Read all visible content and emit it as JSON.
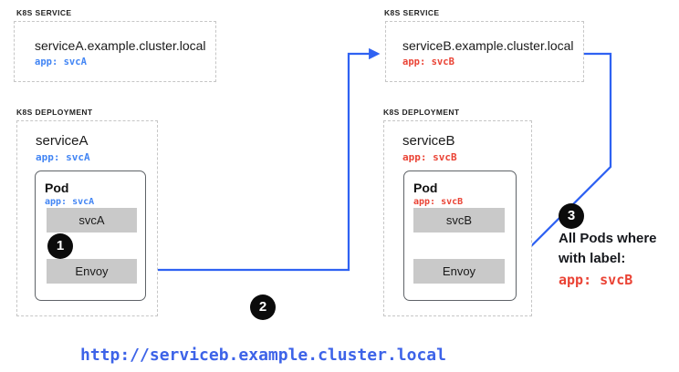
{
  "colors": {
    "arrow_blue": "#2F62F2",
    "selector_blue": "#4285F4",
    "selector_red": "#EA4335",
    "url_blue": "#3D63E8",
    "container_gray": "#C9C9C9",
    "step_circle_black": "#0B0B0B"
  },
  "services": {
    "a": {
      "kind": "K8S SERVICE",
      "hostname": "serviceA.example.cluster.local",
      "selector": "app: svcA"
    },
    "b": {
      "kind": "K8S SERVICE",
      "hostname": "serviceB.example.cluster.local",
      "selector": "app: svcB"
    }
  },
  "deployments": {
    "a": {
      "kind": "K8S DEPLOYMENT",
      "name": "serviceA",
      "selector": "app: svcA",
      "pod": {
        "title": "Pod",
        "selector": "app: svcA",
        "app_container": "svcA",
        "proxy_container": "Envoy"
      }
    },
    "b": {
      "kind": "K8S DEPLOYMENT",
      "name": "serviceB",
      "selector": "app: svcB",
      "pod": {
        "title": "Pod",
        "selector": "app: svcB",
        "app_container": "svcB",
        "proxy_container": "Envoy"
      }
    }
  },
  "steps": [
    "1",
    "2",
    "3"
  ],
  "annotation": {
    "line1": "All Pods where",
    "line2": "with label:",
    "selector": "app: svcB"
  },
  "request_url": "http://serviceb.example.cluster.local"
}
